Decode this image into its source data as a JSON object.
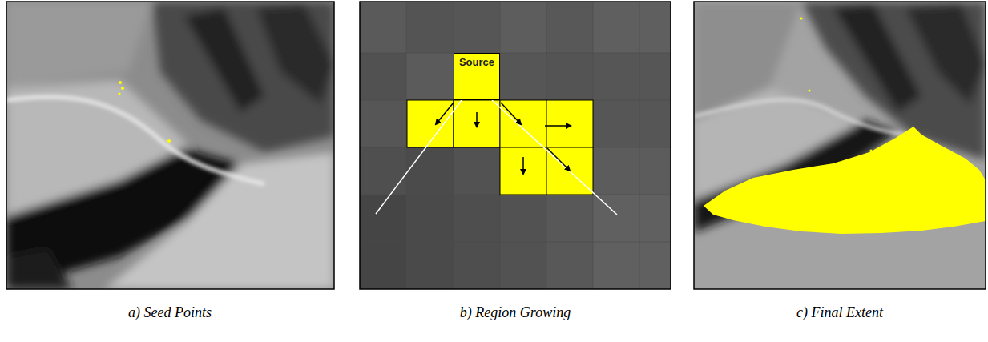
{
  "diagram": {
    "nodes": [
      {
        "text": [
          "Source"
        ]
      }
    ],
    "labels": [
      "a) Seed Points",
      "b) Region Growing",
      "c) Final Extent"
    ]
  }
}
